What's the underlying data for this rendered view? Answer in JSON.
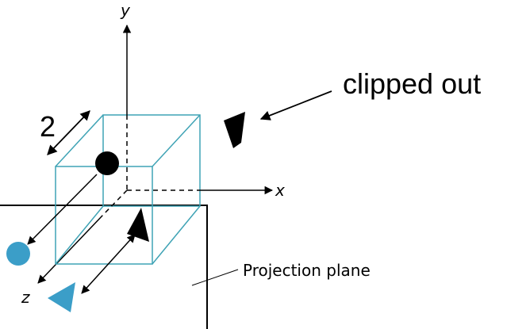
{
  "axes": {
    "x_label": "x",
    "y_label": "y",
    "z_label": "z"
  },
  "labels": {
    "clipped_out": "clipped out",
    "dimension": "2",
    "projection_plane": "Projection plane"
  },
  "colors": {
    "cube_edges": "#3fa3b5",
    "projected_objects": "#3b9ec8",
    "objects": "#000000",
    "lines": "#000000"
  }
}
